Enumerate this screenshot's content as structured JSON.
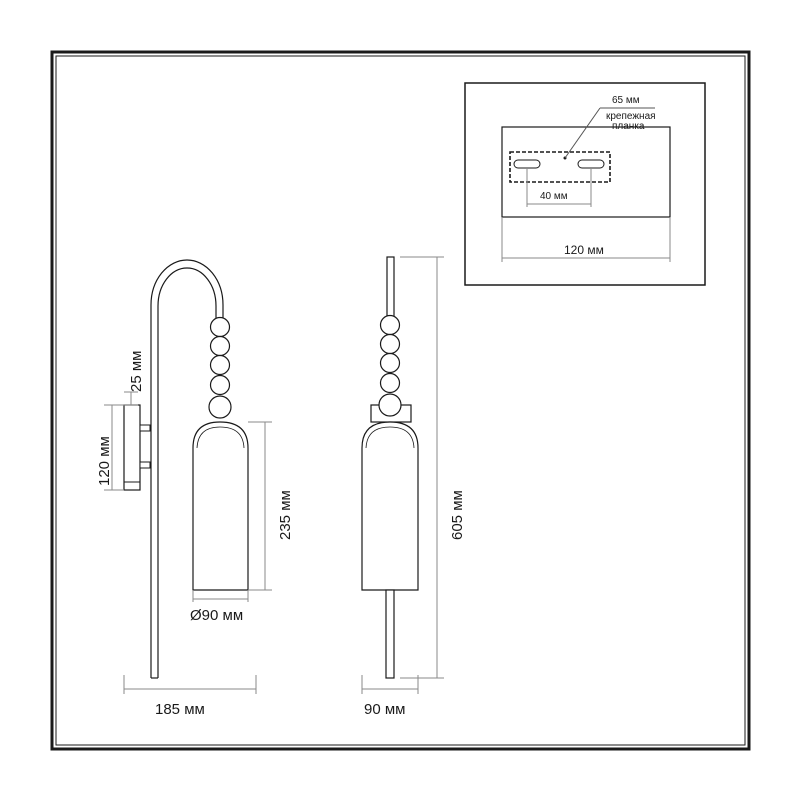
{
  "inset": {
    "label_65": "65 мм",
    "label_plate_line1": "крепежная",
    "label_plate_line2": "планка",
    "label_40": "40 мм",
    "label_120": "120 мм"
  },
  "side_view": {
    "label_25": "25 мм",
    "label_120": "120 мм",
    "label_235": "235 мм",
    "label_diameter": "Ø90 мм",
    "label_width": "185 мм"
  },
  "front_view": {
    "label_height": "605 мм",
    "label_width": "90 мм"
  }
}
